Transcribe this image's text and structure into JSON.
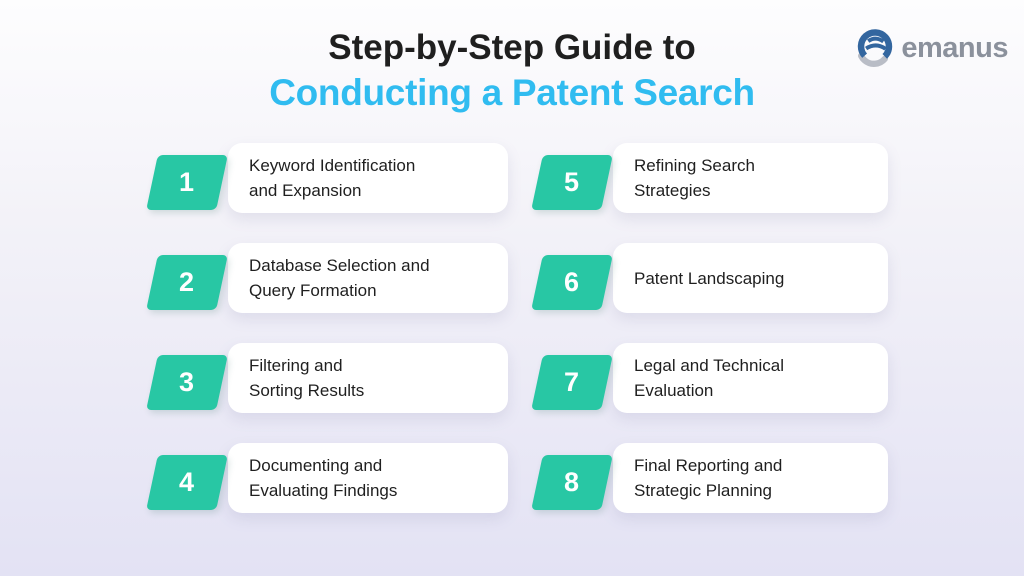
{
  "title": {
    "line1": "Step-by-Step Guide to",
    "line2": "Conducting a Patent Search"
  },
  "logo": {
    "text": "emanus",
    "icon": "emanus-sphere-icon"
  },
  "colors": {
    "badge": "#28C7A4",
    "title_accent": "#30BCF0",
    "background_top": "#FDFDFE",
    "background_mid": "#F3F2F8",
    "background_bottom": "#E3E2F4",
    "card": "#FFFFFF",
    "text": "#1F1F1F",
    "logo_text": "#8B919C",
    "logo_blue": "#33669F",
    "logo_gray": "#B9BDC6"
  },
  "steps": [
    {
      "number": "1",
      "lines": [
        "Keyword Identification",
        "and Expansion"
      ]
    },
    {
      "number": "2",
      "lines": [
        "Database Selection and",
        "Query Formation"
      ]
    },
    {
      "number": "3",
      "lines": [
        "Filtering and",
        "Sorting Results"
      ]
    },
    {
      "number": "4",
      "lines": [
        "Documenting and",
        "Evaluating Findings"
      ]
    },
    {
      "number": "5",
      "lines": [
        "Refining Search",
        "Strategies"
      ]
    },
    {
      "number": "6",
      "lines": [
        "Patent Landscaping"
      ]
    },
    {
      "number": "7",
      "lines": [
        "Legal and Technical",
        "Evaluation"
      ]
    },
    {
      "number": "8",
      "lines": [
        "Final Reporting and",
        "Strategic Planning"
      ]
    }
  ]
}
